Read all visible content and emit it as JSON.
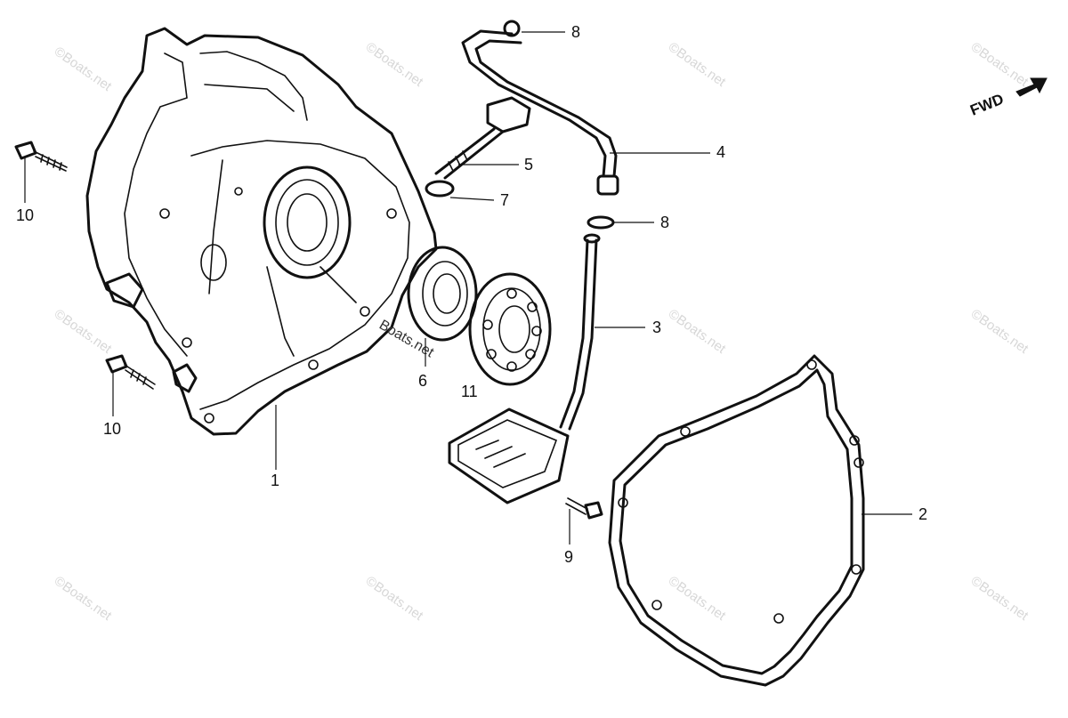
{
  "diagram": {
    "fwd_label": "FWD",
    "watermark": "©Boats.net",
    "center_watermark": "Boats.net",
    "callouts": [
      {
        "id": "1",
        "text": "1"
      },
      {
        "id": "2",
        "text": "2"
      },
      {
        "id": "3",
        "text": "3"
      },
      {
        "id": "4",
        "text": "4"
      },
      {
        "id": "5",
        "text": "5"
      },
      {
        "id": "6",
        "text": "6"
      },
      {
        "id": "7",
        "text": "7"
      },
      {
        "id": "8a",
        "text": "8"
      },
      {
        "id": "8b",
        "text": "8"
      },
      {
        "id": "9",
        "text": "9"
      },
      {
        "id": "10a",
        "text": "10"
      },
      {
        "id": "10b",
        "text": "10"
      },
      {
        "id": "11",
        "text": "11"
      }
    ]
  }
}
